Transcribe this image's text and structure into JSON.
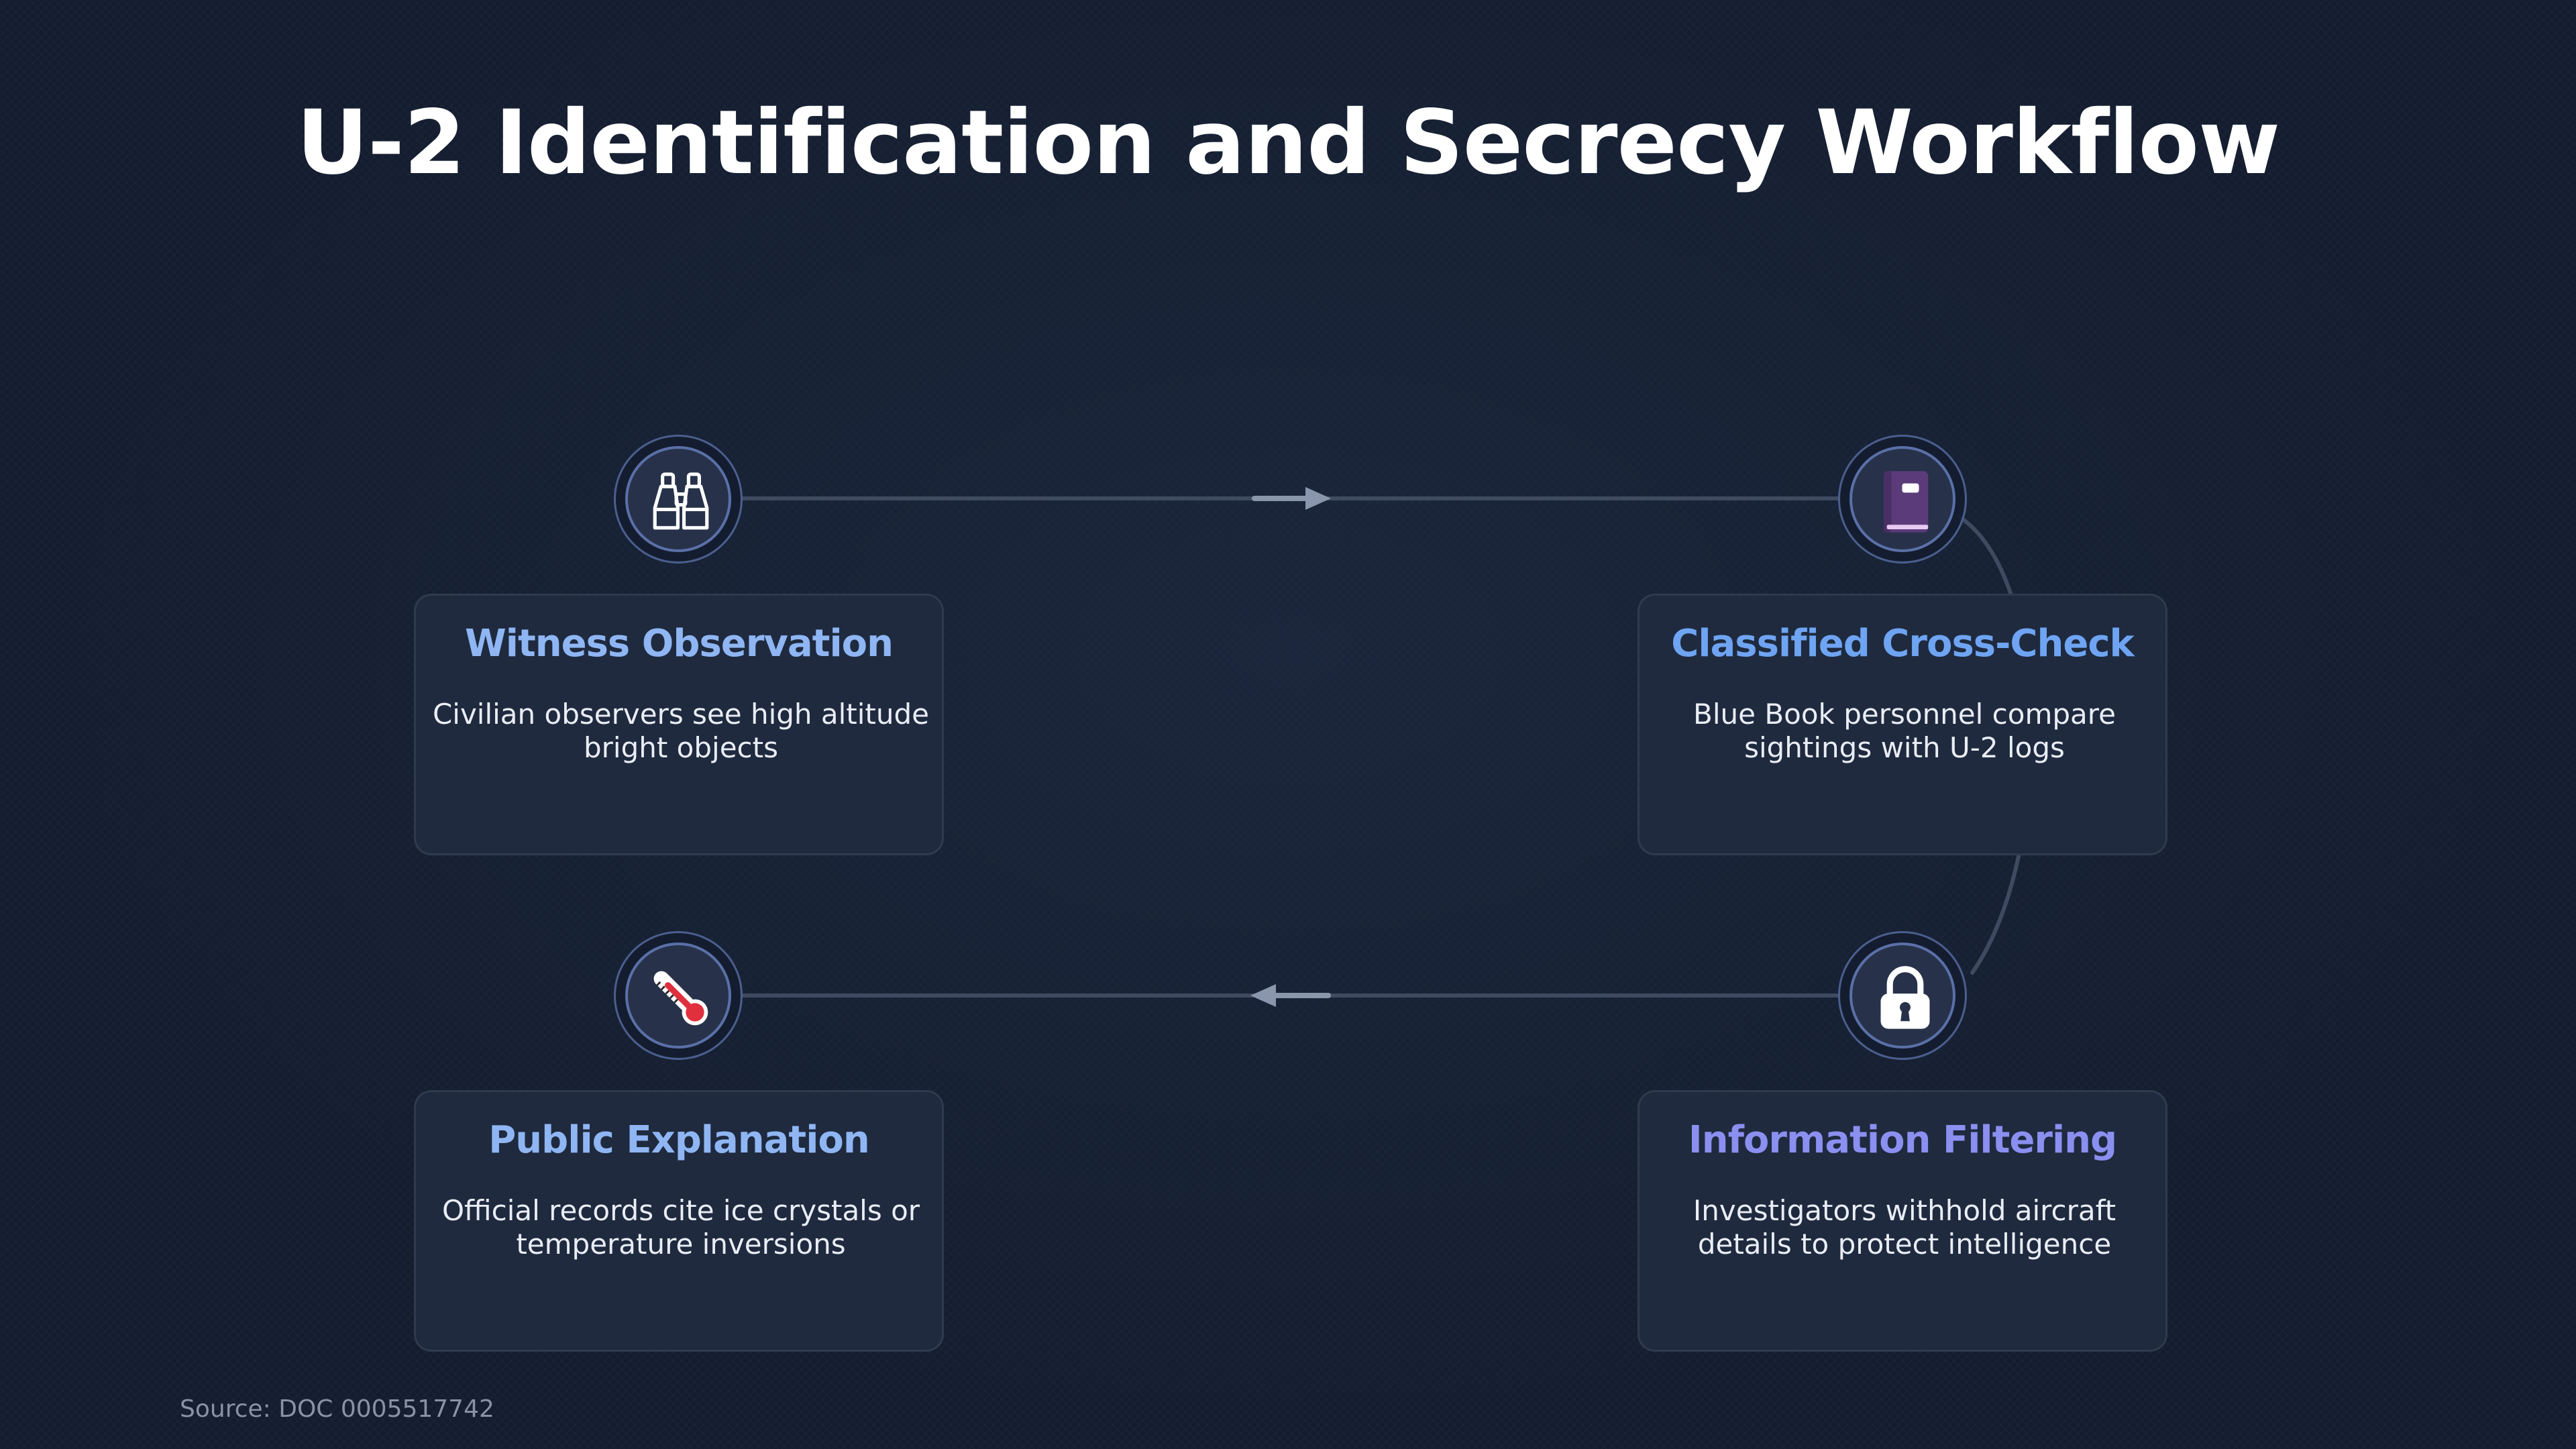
{
  "title": "U-2 Identification and Secrecy Workflow",
  "steps": [
    {
      "title": "Witness Observation",
      "description": "Civilian observers see high altitude bright objects",
      "icon": "binoculars-icon",
      "title_color": "#8fb6f3"
    },
    {
      "title": "Classified Cross-Check",
      "description": "Blue Book personnel compare sightings with U-2 logs",
      "icon": "book-icon",
      "title_color": "#6ea4f2"
    },
    {
      "title": "Information Filtering",
      "description": "Investigators withhold aircraft details to protect intelligence",
      "icon": "lock-icon",
      "title_color": "#8b8ff0"
    },
    {
      "title": "Public Explanation",
      "description": "Official records cite ice crystals or temperature inversions",
      "icon": "thermometer-icon",
      "title_color": "#8fb6f3"
    }
  ],
  "flow": [
    "Witness Observation",
    "Classified Cross-Check",
    "Information Filtering",
    "Public Explanation"
  ],
  "source": "Source: DOC 0005517742",
  "colors": {
    "background": "#141d2f",
    "card": "#1f2a3f",
    "connector": "#3e4a60",
    "arrow": "#8a96ab"
  }
}
